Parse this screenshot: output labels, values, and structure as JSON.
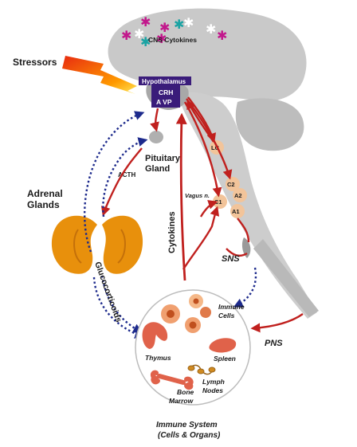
{
  "labels": {
    "cns_cytokines": "CNS Cytokines",
    "stressors": "Stressors",
    "hypothalamus": "Hypothalamus",
    "crh": "CRH",
    "avp": "A VP",
    "lc": "LC",
    "pituitary_line1": "Pituitary",
    "pituitary_line2": "Gland",
    "acth": "ACTH",
    "c2": "C2",
    "a2": "A2",
    "c1": "C1",
    "a1": "A1",
    "adrenal_line1": "Adrenal",
    "adrenal_line2": "Glands",
    "vagus": "Vagus n.",
    "cytokines": "Cytokines",
    "sns": "SNS",
    "glucocorticoids": "Glucocorticoids",
    "immune_cells_line1": "Immune",
    "immune_cells_line2": "Cells",
    "thymus": "Thymus",
    "spleen": "Spleen",
    "pns": "PNS",
    "lymph_line1": "Lymph",
    "lymph_line2": "Nodes",
    "bone_line1": "Bone",
    "bone_line2": "Marrow",
    "immune_system_line1": "Immune System",
    "immune_system_line2": "(Cells & Organs)"
  },
  "colors": {
    "brain": "#c9c9c9",
    "arrow_red": "#c0201e",
    "dotted_blue": "#1d2a8c",
    "hypothalamus_box": "#3a1c7a",
    "adrenal": "#e8900c",
    "nuclei": "#f2c49a",
    "organ_red": "#e0624a",
    "cytokine_magenta": "#c2188c",
    "cytokine_teal": "#1aa3a3"
  }
}
